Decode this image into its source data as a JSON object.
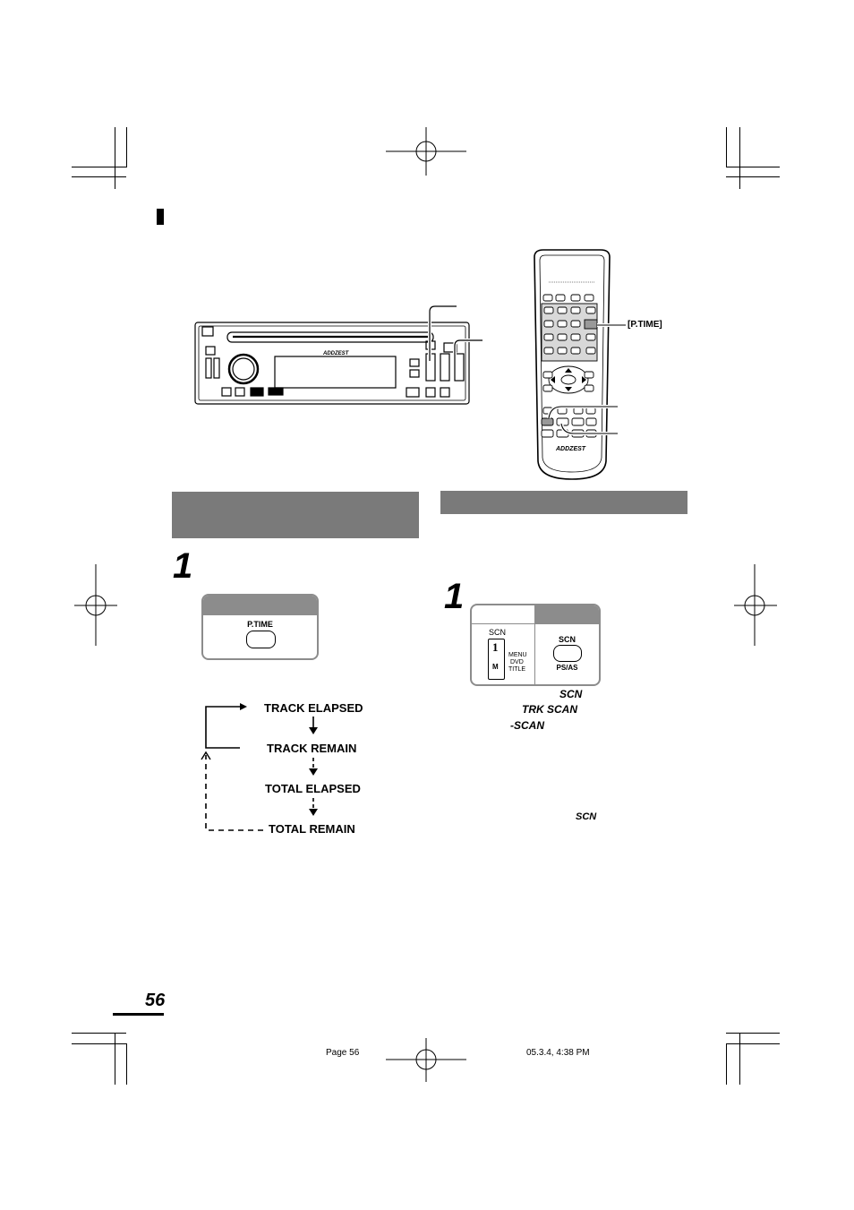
{
  "page_number": "56",
  "remote": {
    "ptime_callout": "[P.TIME]",
    "brand": "ADDZEST"
  },
  "unit": {
    "brand": "ADDZEST"
  },
  "left_section": {
    "step_number": "1",
    "button_label": "P.TIME",
    "display_modes": [
      "TRACK ELAPSED",
      "TRACK REMAIN",
      "TOTAL ELAPSED",
      "TOTAL REMAIN"
    ]
  },
  "right_section": {
    "step_number": "1",
    "unit_panel": {
      "scn_label": "SCN",
      "key_number": "1",
      "key_sub": "M",
      "menu_label": "MENU",
      "dvd_label": "DVD",
      "title_label": "TITLE"
    },
    "remote_panel": {
      "scn_label": "SCN",
      "psas_label": "PS/AS"
    },
    "text_scn": "SCN",
    "text_trk_scan": "TRK SCAN",
    "text_scan": "-SCAN",
    "text_scn2": "SCN"
  },
  "footer": {
    "page_label": "Page 56",
    "timestamp": "05.3.4, 4:38 PM"
  }
}
